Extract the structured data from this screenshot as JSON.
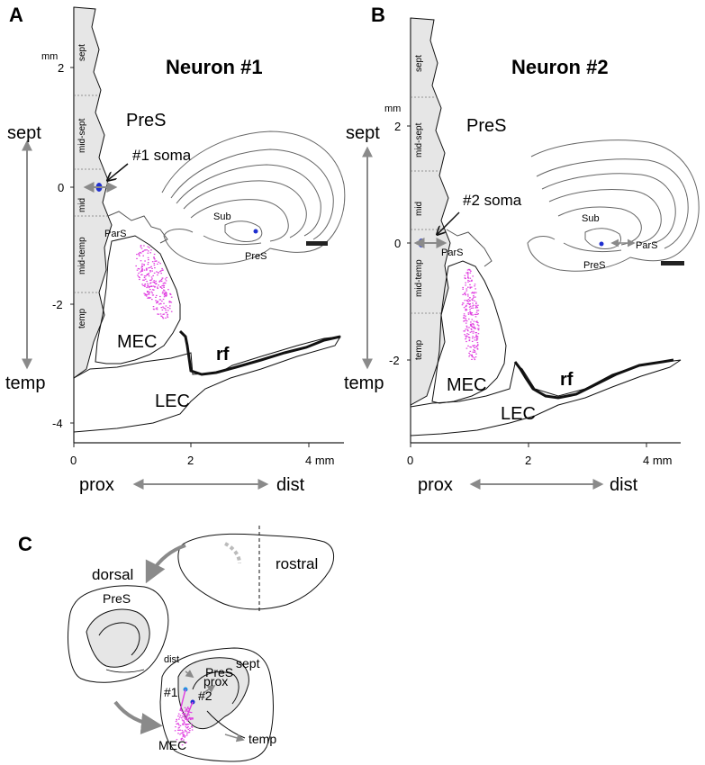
{
  "panels": {
    "A": {
      "letter": "A",
      "title": "Neuron #1",
      "unit_mm": "mm",
      "y_ticks": [
        "2",
        "0",
        "-2",
        "-4"
      ],
      "x_ticks": [
        "0",
        "2",
        "4 mm"
      ],
      "band_labels": [
        "sept",
        "mid-sept",
        "mid",
        "mid-temp",
        "temp"
      ],
      "pres": "PreS",
      "soma": "#1 soma",
      "pars": "ParS",
      "mec": "MEC",
      "lec": "LEC",
      "rf": "rf",
      "sept": "sept",
      "temp": "temp",
      "prox": "prox",
      "dist": "dist",
      "inset": {
        "sub": "Sub",
        "pres": "PreS"
      }
    },
    "B": {
      "letter": "B",
      "title": "Neuron #2",
      "unit_mm": "mm",
      "y_ticks": [
        "2",
        "0",
        "-2"
      ],
      "x_ticks": [
        "0",
        "2",
        "4 mm"
      ],
      "band_labels": [
        "sept",
        "mid-sept",
        "mid",
        "mid-temp",
        "temp"
      ],
      "pres": "PreS",
      "soma": "#2 soma",
      "pars": "ParS",
      "mec": "MEC",
      "lec": "LEC",
      "rf": "rf",
      "sept": "sept",
      "temp": "temp",
      "prox": "prox",
      "dist": "dist",
      "inset": {
        "sub": "Sub",
        "pres": "PreS",
        "pars": "ParS"
      }
    },
    "C": {
      "letter": "C",
      "dorsal": "dorsal",
      "rostral": "rostral",
      "pres_upper": "PreS",
      "pres_lower": "PreS",
      "dist": "dist",
      "prox": "prox",
      "sept": "sept",
      "n1": "#1",
      "n2": "#2",
      "mec": "MEC",
      "temp": "temp"
    }
  },
  "colors": {
    "outline": "#111111",
    "gray_arrow": "#8a8a8a",
    "strip_fill": "#e6e6e6",
    "soma_blue": "#1f2fd0",
    "axon_magenta": "#e040e0",
    "scalebar": "#222222"
  }
}
